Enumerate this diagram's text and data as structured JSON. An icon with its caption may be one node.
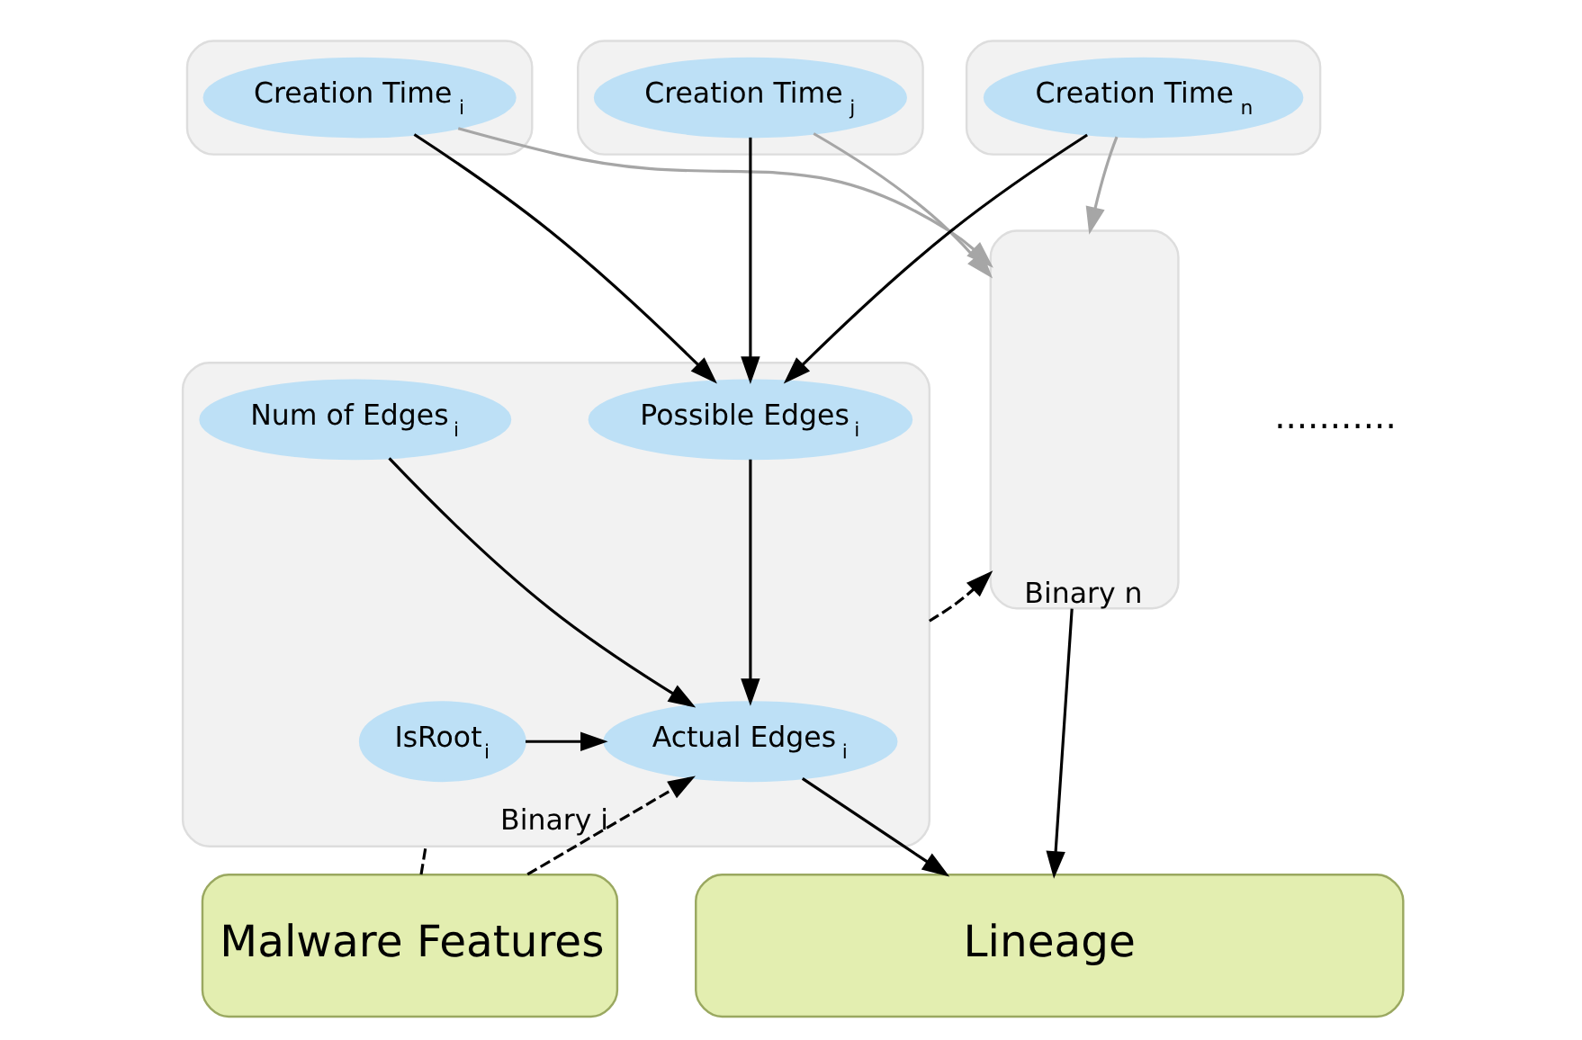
{
  "diagram": {
    "nodes": [
      {
        "text": [],
        "shape": "box"
      },
      {
        "text": [
          "Creation Time$_{i}$"
        ],
        "in": 0
      },
      {
        "text": [],
        "shape": "box"
      },
      {
        "text": [
          "Creation Time$_{j}$"
        ],
        "in": 2
      },
      {
        "text": [],
        "shape": "box"
      },
      {
        "text": [
          "Creation Time$_{n}$"
        ],
        "in": 4
      },
      {
        "text": [
          "Binary i"
        ]
      },
      {
        "text": [
          "Possible Edges$_{i}$"
        ],
        "in": 6
      },
      {
        "text": [
          "Num of Edges$_{i}$"
        ],
        "in": 6
      },
      {
        "text": [
          "Actual Edges$_{i}$"
        ],
        "in": 6
      },
      {
        "text": [
          "IsRoot$_{i}$"
        ],
        "in": 6
      },
      {
        "text": [
          "Binary n"
        ]
      },
      {
        "text": [
          "Malware Features"
        ]
      },
      {
        "text": [
          "Lineage"
        ]
      }
    ],
    "edges": [
      {
        "from": 1,
        "to": 7,
        "arrow": "to"
      },
      {
        "from": 3,
        "to": 7,
        "arrow": "to"
      },
      {
        "from": 5,
        "to": 7,
        "arrow": "to"
      },
      {
        "from": 1,
        "to": 11,
        "arrow": "to",
        "color": "#a6a6a6"
      },
      {
        "from": 3,
        "to": 11,
        "arrow": "to",
        "color": "#a6a6a6"
      },
      {
        "from": 5,
        "to": 11,
        "arrow": "to",
        "color": "#a6a6a6"
      },
      {
        "from": 7,
        "to": 9,
        "arrow": "to"
      },
      {
        "from": 8,
        "to": 9,
        "arrow": "to"
      },
      {
        "from": 10,
        "to": 9,
        "arrow": "to"
      },
      {
        "from": 12,
        "to": 9,
        "arrow": "to",
        "style": "dashed"
      },
      {
        "from": 12,
        "to": 6,
        "arrow": "none",
        "style": "dashed"
      },
      {
        "from": 6,
        "to": 11,
        "arrow": "to",
        "style": "dashed"
      },
      {
        "from": 9,
        "to": 13,
        "arrow": "to"
      },
      {
        "from": 11,
        "to": 13,
        "arrow": "to"
      }
    ],
    "labels": [
      "..........."
    ]
  }
}
